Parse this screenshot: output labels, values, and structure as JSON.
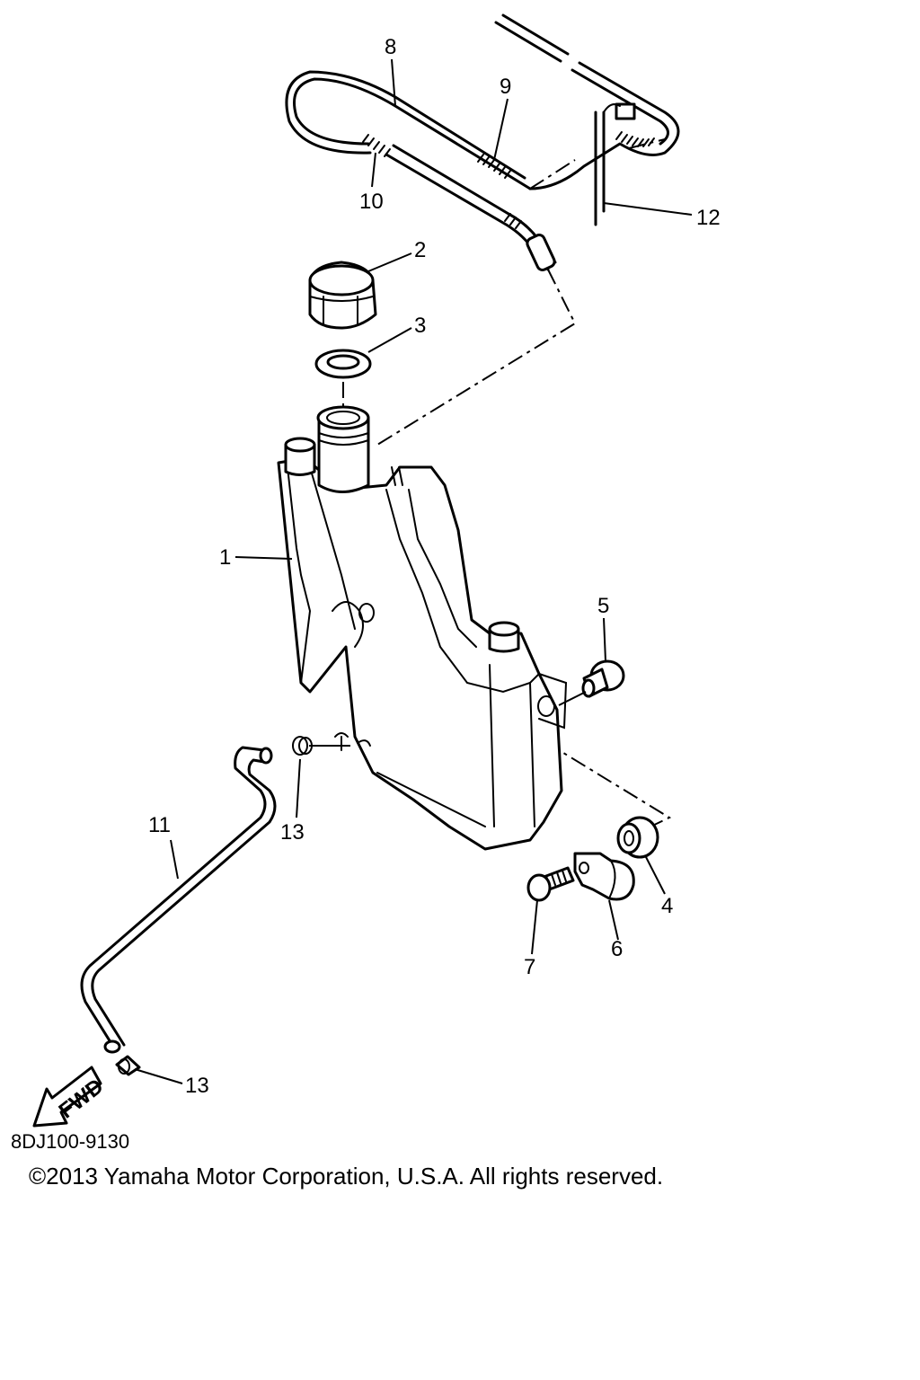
{
  "diagram": {
    "callouts": [
      "1",
      "2",
      "3",
      "4",
      "5",
      "6",
      "7",
      "8",
      "9",
      "10",
      "11",
      "12",
      "13",
      "13"
    ],
    "fwd_label": "FWD"
  },
  "footer": {
    "drawing_code": "8DJ100-9130",
    "copyright": "©2013 Yamaha Motor Corporation, U.S.A. All rights reserved."
  }
}
